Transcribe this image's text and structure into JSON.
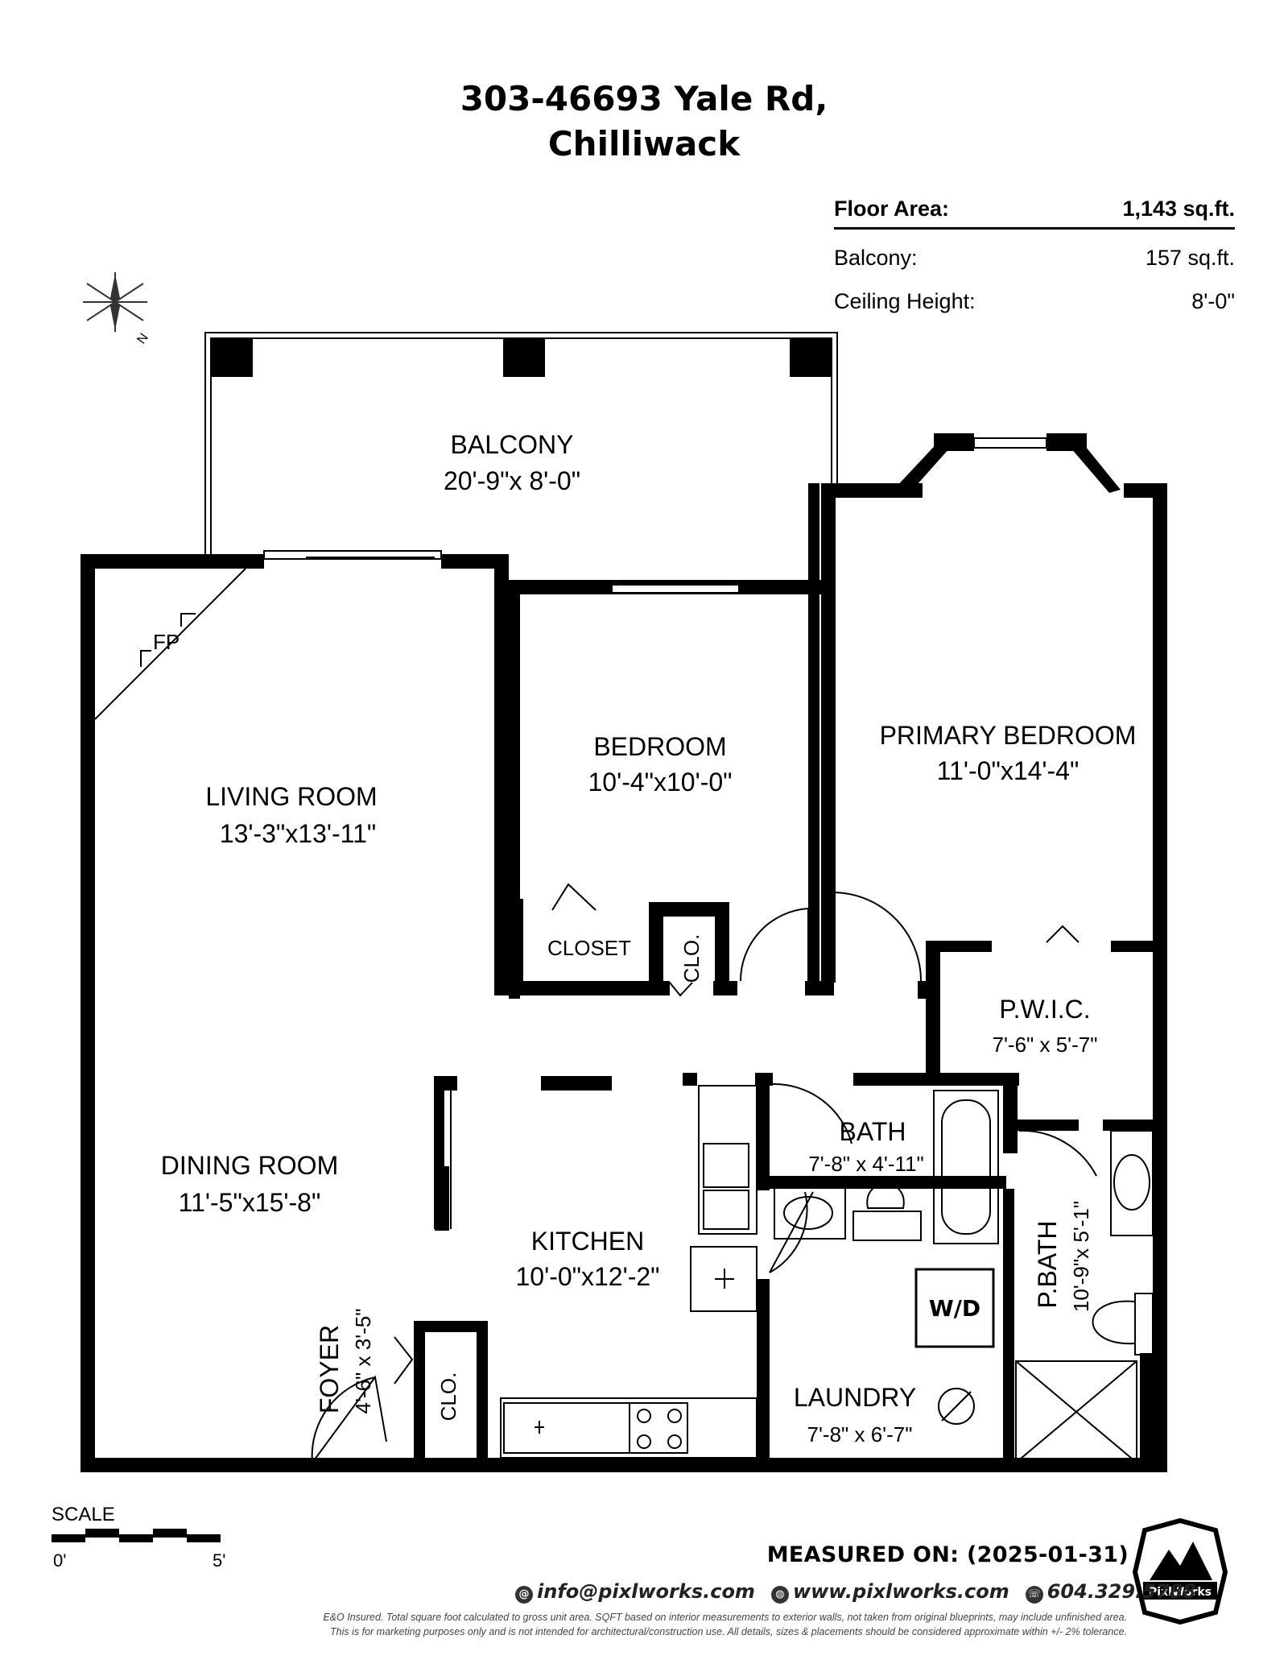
{
  "title": {
    "line1": "303-46693 Yale Rd,",
    "line2": "Chilliwack"
  },
  "stats": {
    "floor_area_label": "Floor Area:",
    "floor_area_value": "1,143 sq.ft.",
    "balcony_label": "Balcony:",
    "balcony_value": "157 sq.ft.",
    "ceiling_label": "Ceiling Height:",
    "ceiling_value": "8'-0\""
  },
  "compass": {
    "north_letter": "N"
  },
  "rooms": {
    "balcony": {
      "name": "BALCONY",
      "dims": "20'-9\"x  8'-0\""
    },
    "living": {
      "name": "LIVING ROOM",
      "dims": "13'-3\"x13'-11\""
    },
    "bedroom": {
      "name": "BEDROOM",
      "dims": "10'-4\"x10'-0\""
    },
    "primary": {
      "name": "PRIMARY BEDROOM",
      "dims": "11'-0\"x14'-4\""
    },
    "closet": {
      "name": "CLOSET"
    },
    "clo_bedroom": {
      "name": "CLO."
    },
    "pwic": {
      "name": "P.W.I.C.",
      "dims": "7'-6\"  x  5'-7\""
    },
    "bath": {
      "name": "BATH",
      "dims": "7'-8\"  x 4'-11\""
    },
    "dining": {
      "name": "DINING ROOM",
      "dims": "11'-5\"x15'-8\""
    },
    "kitchen": {
      "name": "KITCHEN",
      "dims": "10'-0\"x12'-2\""
    },
    "pbath": {
      "name": "P.BATH",
      "dims": "10'-9\"x 5'-1\""
    },
    "foyer": {
      "name": "FOYER",
      "dims": "4'-6\"  x  3'-5\""
    },
    "clo_foyer": {
      "name": "CLO."
    },
    "laundry": {
      "name": "LAUNDRY",
      "dims": "7'-8\"  x  6'-7\""
    },
    "fp": {
      "name": "FP"
    },
    "wd": {
      "name": "W/D"
    }
  },
  "scale": {
    "label": "SCALE",
    "start": "0'",
    "end": "5'"
  },
  "footer": {
    "measured": "MEASURED ON: (2025-01-31)",
    "email": "info@pixlworks.com",
    "website": "www.pixlworks.com",
    "phone": "604.329.5788",
    "disclaimer1": "E&O Insured.  Total square foot calculated to gross unit area. SQFT based on interior measurements to exterior walls, not taken from original blueprints, may include unfinished area.",
    "disclaimer2": "This is for marketing purposes only and is not intended for architectural/construction use.  All details, sizes & placements should be considered approximate within +/- 2%  tolerance.",
    "logo_text": "PixlWorks"
  }
}
